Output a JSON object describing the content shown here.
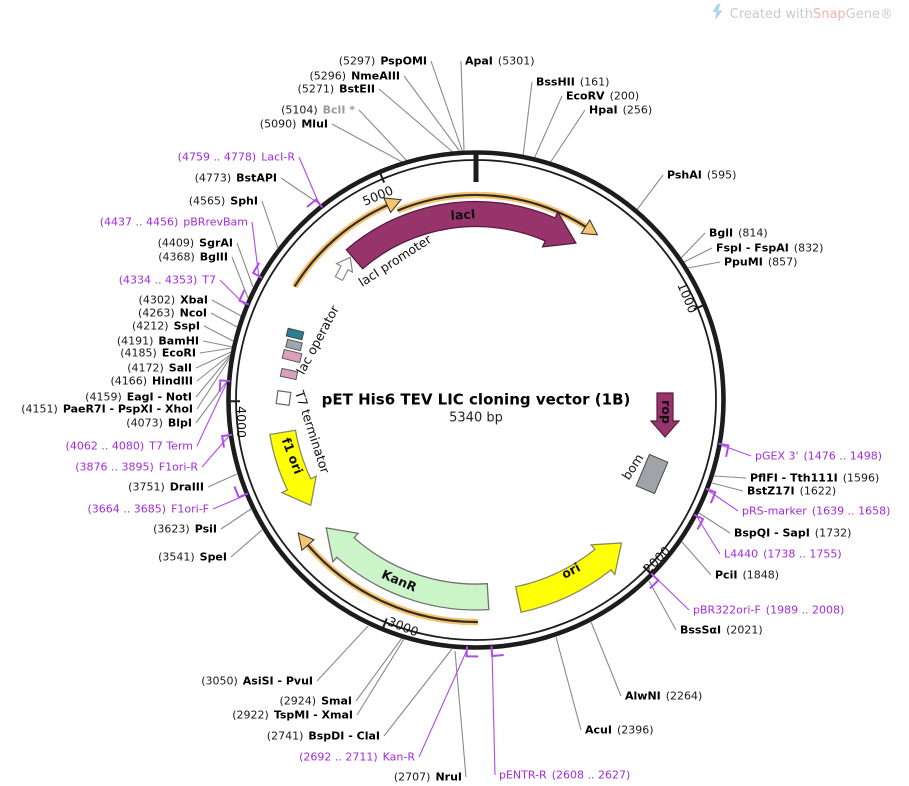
{
  "watermark": {
    "prefix": "Created with ",
    "brand1": "Snap",
    "brand2": "Gene®"
  },
  "title": {
    "name": "pET His6 TEV LIC cloning vector (1B)",
    "size": "5340 bp"
  },
  "plasmid": {
    "position_labels": {
      "p1000": "1000",
      "p2000": "2000",
      "p3000": "3000",
      "p4000": "4000",
      "p5000": "5000"
    },
    "features": {
      "lacI": "lacI",
      "lacI_promoter": "lacI promoter",
      "lac_operator": "lac operator",
      "t7_terminator": "T7 terminator",
      "f1_ori": "f1 ori",
      "kanR": "KanR",
      "ori": "ori",
      "rop": "rop",
      "bom": "bom"
    }
  },
  "colors": {
    "primer_text": "#A42BDE",
    "primer_line": "#B14AEC",
    "leader_line": "#8A8A8A",
    "dim_enzyme": "#9A9A9A",
    "laci_fill": "#96346B",
    "laci_stroke": "#5A1C3E",
    "kanr_fill": "#CBF4C9",
    "ori_fill": "#FFFF05",
    "orf_arc": "#F6C46F",
    "orf_core": "#332E29",
    "bom_fill": "#A0A4A9",
    "operator_teal": "#2B7E93",
    "operator_gray": "#9FA6AD",
    "operator_pink": "#D9A0BE"
  },
  "site_labels": [
    {
      "name": "PspOMI",
      "num": "(5297)",
      "num_first": true,
      "kind": "enzyme"
    },
    {
      "name": "NmeAIII",
      "num": "(5296)",
      "num_first": true,
      "kind": "enzyme"
    },
    {
      "name": "BstEII",
      "num": "(5271)",
      "num_first": true,
      "kind": "enzyme"
    },
    {
      "name": "BclI *",
      "num": "(5104)",
      "num_first": true,
      "kind": "dim"
    },
    {
      "name": "MluI",
      "num": "(5090)",
      "num_first": true,
      "kind": "enzyme"
    },
    {
      "name": "ApaI",
      "num": "(5301)",
      "num_first": false,
      "kind": "enzyme"
    },
    {
      "name": "BssHII",
      "num": "(161)",
      "num_first": false,
      "kind": "enzyme"
    },
    {
      "name": "EcoRV",
      "num": "(200)",
      "num_first": false,
      "kind": "enzyme"
    },
    {
      "name": "HpaI",
      "num": "(256)",
      "num_first": false,
      "kind": "enzyme"
    },
    {
      "name": "PshAI",
      "num": "(595)",
      "num_first": false,
      "kind": "enzyme"
    },
    {
      "name": "BglI",
      "num": "(814)",
      "num_first": false,
      "kind": "enzyme"
    },
    {
      "name": "FspI - FspAI",
      "num": "(832)",
      "num_first": false,
      "kind": "enzyme"
    },
    {
      "name": "PpuMI",
      "num": "(857)",
      "num_first": false,
      "kind": "enzyme"
    },
    {
      "name": "pGEX 3'",
      "num": "(1476 .. 1498)",
      "num_first": false,
      "kind": "primer"
    },
    {
      "name": "PflFI - Tth111I",
      "num": "(1596)",
      "num_first": false,
      "kind": "enzyme"
    },
    {
      "name": "BstZ17I",
      "num": "(1622)",
      "num_first": false,
      "kind": "enzyme"
    },
    {
      "name": "pRS-marker",
      "num": "(1639 .. 1658)",
      "num_first": false,
      "kind": "primer"
    },
    {
      "name": "BspQI - SapI",
      "num": "(1732)",
      "num_first": false,
      "kind": "enzyme"
    },
    {
      "name": "L4440",
      "num": "(1738 .. 1755)",
      "num_first": false,
      "kind": "primer"
    },
    {
      "name": "PciI",
      "num": "(1848)",
      "num_first": false,
      "kind": "enzyme"
    },
    {
      "name": "pBR322ori-F",
      "num": "(1989 .. 2008)",
      "num_first": false,
      "kind": "primer"
    },
    {
      "name": "BssSαI",
      "num": "(2021)",
      "num_first": false,
      "kind": "enzyme"
    },
    {
      "name": "AlwNI",
      "num": "(2264)",
      "num_first": false,
      "kind": "enzyme"
    },
    {
      "name": "AcuI",
      "num": "(2396)",
      "num_first": false,
      "kind": "enzyme"
    },
    {
      "name": "pENTR-R",
      "num": "(2608 .. 2627)",
      "num_first": false,
      "kind": "primer"
    },
    {
      "name": "NruI",
      "num": "(2707)",
      "num_first": true,
      "kind": "enzyme"
    },
    {
      "name": "Kan-R",
      "num": "(2692 .. 2711)",
      "num_first": true,
      "kind": "primer"
    },
    {
      "name": "BspDI - ClaI",
      "num": "(2741)",
      "num_first": true,
      "kind": "enzyme"
    },
    {
      "name": "TspMI - XmaI",
      "num": "(2922)",
      "num_first": true,
      "kind": "enzyme"
    },
    {
      "name": "SmaI",
      "num": "(2924)",
      "num_first": true,
      "kind": "enzyme"
    },
    {
      "name": "AsiSI - PvuI",
      "num": "(3050)",
      "num_first": true,
      "kind": "enzyme"
    },
    {
      "name": "SpeI",
      "num": "(3541)",
      "num_first": true,
      "kind": "enzyme"
    },
    {
      "name": "PsiI",
      "num": "(3623)",
      "num_first": true,
      "kind": "enzyme"
    },
    {
      "name": "F1ori-F",
      "num": "(3664 .. 3685)",
      "num_first": true,
      "kind": "primer"
    },
    {
      "name": "DraIII",
      "num": "(3751)",
      "num_first": true,
      "kind": "enzyme"
    },
    {
      "name": "F1ori-R",
      "num": "(3876 .. 3895)",
      "num_first": true,
      "kind": "primer"
    },
    {
      "name": "T7 Term",
      "num": "(4062 .. 4080)",
      "num_first": true,
      "kind": "primer"
    },
    {
      "name": "BlpI",
      "num": "(4073)",
      "num_first": true,
      "kind": "enzyme"
    },
    {
      "name": "PaeR7I - PspXI - XhoI",
      "num": "(4151)",
      "num_first": true,
      "kind": "enzyme"
    },
    {
      "name": "EagI - NotI",
      "num": "(4159)",
      "num_first": true,
      "kind": "enzyme"
    },
    {
      "name": "HindIII",
      "num": "(4166)",
      "num_first": true,
      "kind": "enzyme"
    },
    {
      "name": "SalI",
      "num": "(4172)",
      "num_first": true,
      "kind": "enzyme"
    },
    {
      "name": "EcoRI",
      "num": "(4185)",
      "num_first": true,
      "kind": "enzyme"
    },
    {
      "name": "BamHI",
      "num": "(4191)",
      "num_first": true,
      "kind": "enzyme"
    },
    {
      "name": "SspI",
      "num": "(4212)",
      "num_first": true,
      "kind": "enzyme"
    },
    {
      "name": "NcoI",
      "num": "(4263)",
      "num_first": true,
      "kind": "enzyme"
    },
    {
      "name": "XbaI",
      "num": "(4302)",
      "num_first": true,
      "kind": "enzyme"
    },
    {
      "name": "T7",
      "num": "(4334 .. 4353)",
      "num_first": true,
      "kind": "primer"
    },
    {
      "name": "BglII",
      "num": "(4368)",
      "num_first": true,
      "kind": "enzyme"
    },
    {
      "name": "SgrAI",
      "num": "(4409)",
      "num_first": true,
      "kind": "enzyme"
    },
    {
      "name": "pBRrevBam",
      "num": "(4437 .. 4456)",
      "num_first": true,
      "kind": "primer"
    },
    {
      "name": "SphI",
      "num": "(4565)",
      "num_first": true,
      "kind": "enzyme"
    },
    {
      "name": "BstAPI",
      "num": "(4773)",
      "num_first": true,
      "kind": "enzyme"
    },
    {
      "name": "LacI-R",
      "num": "(4759 .. 4778)",
      "num_first": true,
      "kind": "primer"
    }
  ]
}
